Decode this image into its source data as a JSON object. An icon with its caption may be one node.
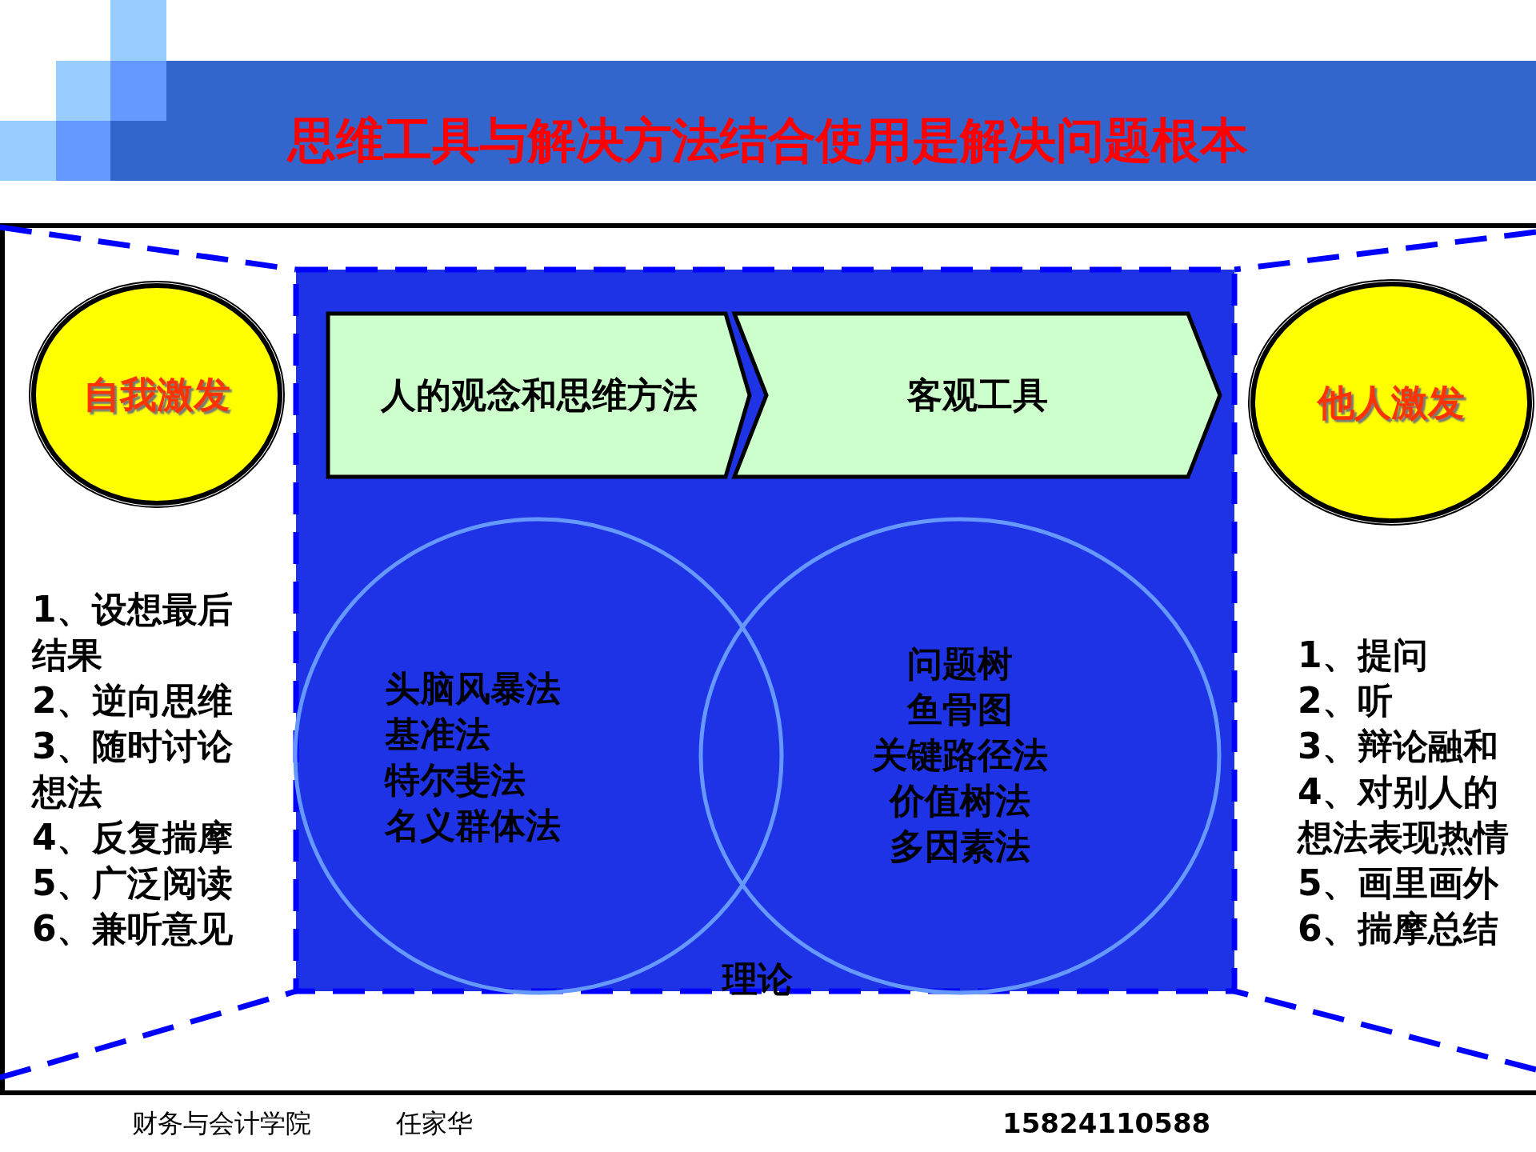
{
  "diagram": {
    "title": "思维工具与解决方法结合使用是解决问题根本",
    "nodes": [
      {
        "text": [],
        "shape": "box"
      },
      {
        "text": [
          "人的观念和思维方法"
        ],
        "in": 0
      },
      {
        "text": [
          "客观工具"
        ],
        "in": 0
      },
      {
        "text": [
          "头脑风暴法",
          "基准法",
          "特尔斐法",
          "名义群体法"
        ],
        "in": 0
      },
      {
        "text": [
          "问题树",
          "鱼骨图",
          "关键路径法",
          "价值树法",
          "多因素法"
        ],
        "in": 0
      },
      {
        "text": [
          "自我激发"
        ]
      },
      {
        "text": [
          "他人激发"
        ]
      }
    ],
    "edges": [],
    "labels": [
      "理论",
      "1、设想最后结果",
      "2、逆向思维",
      "3、随时讨论想法",
      "4、反复揣摩",
      "5、广泛阅读",
      "6、兼听意见",
      "1、提问",
      "2、听",
      "3、辩论融和",
      "4、对别人的想法表现热情",
      "5、画里画外",
      "6、揣摩总结",
      "财务与会计学院",
      "任家华",
      "15824110588"
    ]
  }
}
